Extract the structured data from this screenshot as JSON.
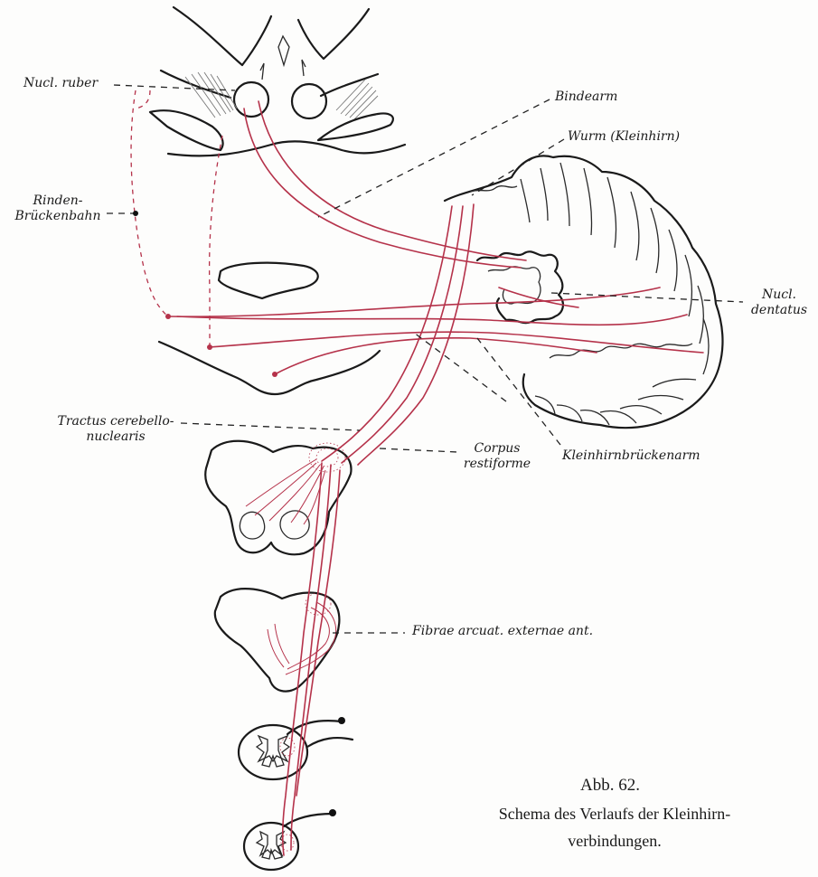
{
  "labels": {
    "nucl_ruber": "Nucl. ruber",
    "rinden_1": "Rinden-",
    "rinden_2": "Brückenbahn",
    "bindearm": "Bindearm",
    "wurm": "Wurm (Kleinhirn)",
    "dentatus_1": "Nucl.",
    "dentatus_2": "dentatus",
    "tractus_1": "Tractus cerebello-",
    "tractus_2": "nuclearis",
    "corpus_1": "Corpus",
    "corpus_2": "restiforme",
    "kleinhirnbrueckenarm": "Kleinhirnbrückenarm",
    "fibrae": "Fibrae arcuat. externae ant."
  },
  "caption": {
    "figure_number": "Abb. 62.",
    "line1": "Schema des Verlaufs der Kleinhirn-",
    "line2": "verbindungen."
  },
  "colors": {
    "pathway_red": "#b5324a",
    "ink": "#1a1a1a"
  }
}
